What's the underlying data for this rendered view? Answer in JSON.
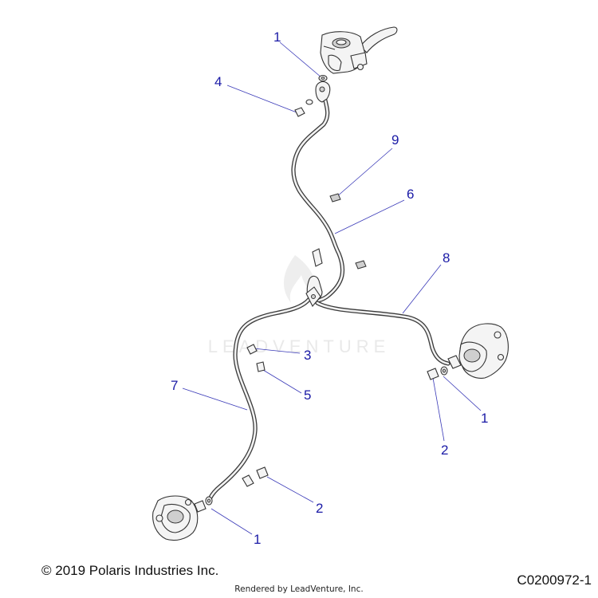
{
  "watermark": {
    "text": "LEADVENTURE"
  },
  "callouts": [
    {
      "id": "c1-top",
      "label": "1"
    },
    {
      "id": "c4",
      "label": "4"
    },
    {
      "id": "c9",
      "label": "9"
    },
    {
      "id": "c6",
      "label": "6"
    },
    {
      "id": "c8",
      "label": "8"
    },
    {
      "id": "c3",
      "label": "3"
    },
    {
      "id": "c5",
      "label": "5"
    },
    {
      "id": "c7",
      "label": "7"
    },
    {
      "id": "c1-right",
      "label": "1"
    },
    {
      "id": "c2-right",
      "label": "2"
    },
    {
      "id": "c2-bottom",
      "label": "2"
    },
    {
      "id": "c1-bottom",
      "label": "1"
    }
  ],
  "footer": {
    "copyright": "© 2019 Polaris Industries Inc.",
    "rendered_by": "Rendered by LeadVenture, Inc.",
    "diagram_code": "C0200972-1"
  }
}
